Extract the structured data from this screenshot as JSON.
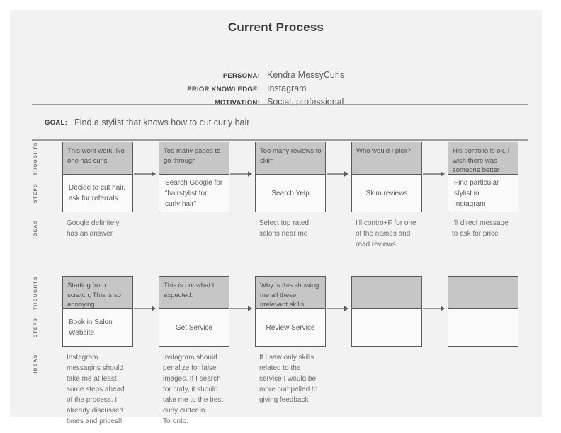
{
  "page": {
    "title": "Current Process",
    "panel_bg": "#f2f2f2",
    "accent_header": "#c6c6c6",
    "border_color": "#5a5a5c"
  },
  "meta": {
    "rows": [
      {
        "label": "PERSONA:",
        "value": "Kendra MessyCurls"
      },
      {
        "label": "PRIOR KNOWLEDGE:",
        "value": "Instagram"
      },
      {
        "label": "MOTIVATION:",
        "value": "Social, professional"
      }
    ]
  },
  "goal": {
    "label": "GOAL:",
    "text": "Find a stylist that knows how to cut curly hair"
  },
  "rails": [
    "THOUGHTS",
    "STEPS",
    "IDEAS"
  ],
  "rows": [
    {
      "columns": [
        {
          "thought": "This wont work. No one has curls",
          "step": "Decide to cut hair, ask for referrals",
          "idea": "Google definitely has an answer",
          "step_align": "left"
        },
        {
          "thought": "Too many pages to go through",
          "step": "Search Google for “hairstylist for curly hair”",
          "idea": "",
          "step_align": "left"
        },
        {
          "thought": "Too many reviews to skim",
          "step": "Search Yelp",
          "idea": "Select top rated salons near me",
          "step_align": "center"
        },
        {
          "thought": "Who would I pick?",
          "step": "Skim reviews",
          "idea": "I'll contro+F for one of the names and read reviews",
          "step_align": "center"
        },
        {
          "thought": "His portfolio is ok. I wish there was someone better",
          "step": "Find particular stylist in Instagram",
          "idea": "I'll direct message to ask for price",
          "step_align": "left"
        }
      ]
    },
    {
      "columns": [
        {
          "thought": "Starting from scratch, This is so annoying",
          "step": "Book in Salon Website",
          "idea": "Instagram messagins should take me at least some steps ahead of the process. I already discussed times and prices!!",
          "step_align": "left"
        },
        {
          "thought": "This is not what I expected.",
          "step": "Get Service",
          "idea": "Instagram should penalize for false images. If I search for curly, it should take me to the best curly cutter in Toronto.",
          "step_align": "center"
        },
        {
          "thought": "Why is this showing me all these irrelevant skills",
          "step": "Review Service",
          "idea": "If I saw only skills related to the service I would be more compelled to giving feedback",
          "step_align": "center"
        },
        {
          "thought": "",
          "step": "",
          "idea": "",
          "step_align": "left"
        },
        {
          "thought": "",
          "step": "",
          "idea": "",
          "step_align": "left"
        }
      ]
    }
  ]
}
